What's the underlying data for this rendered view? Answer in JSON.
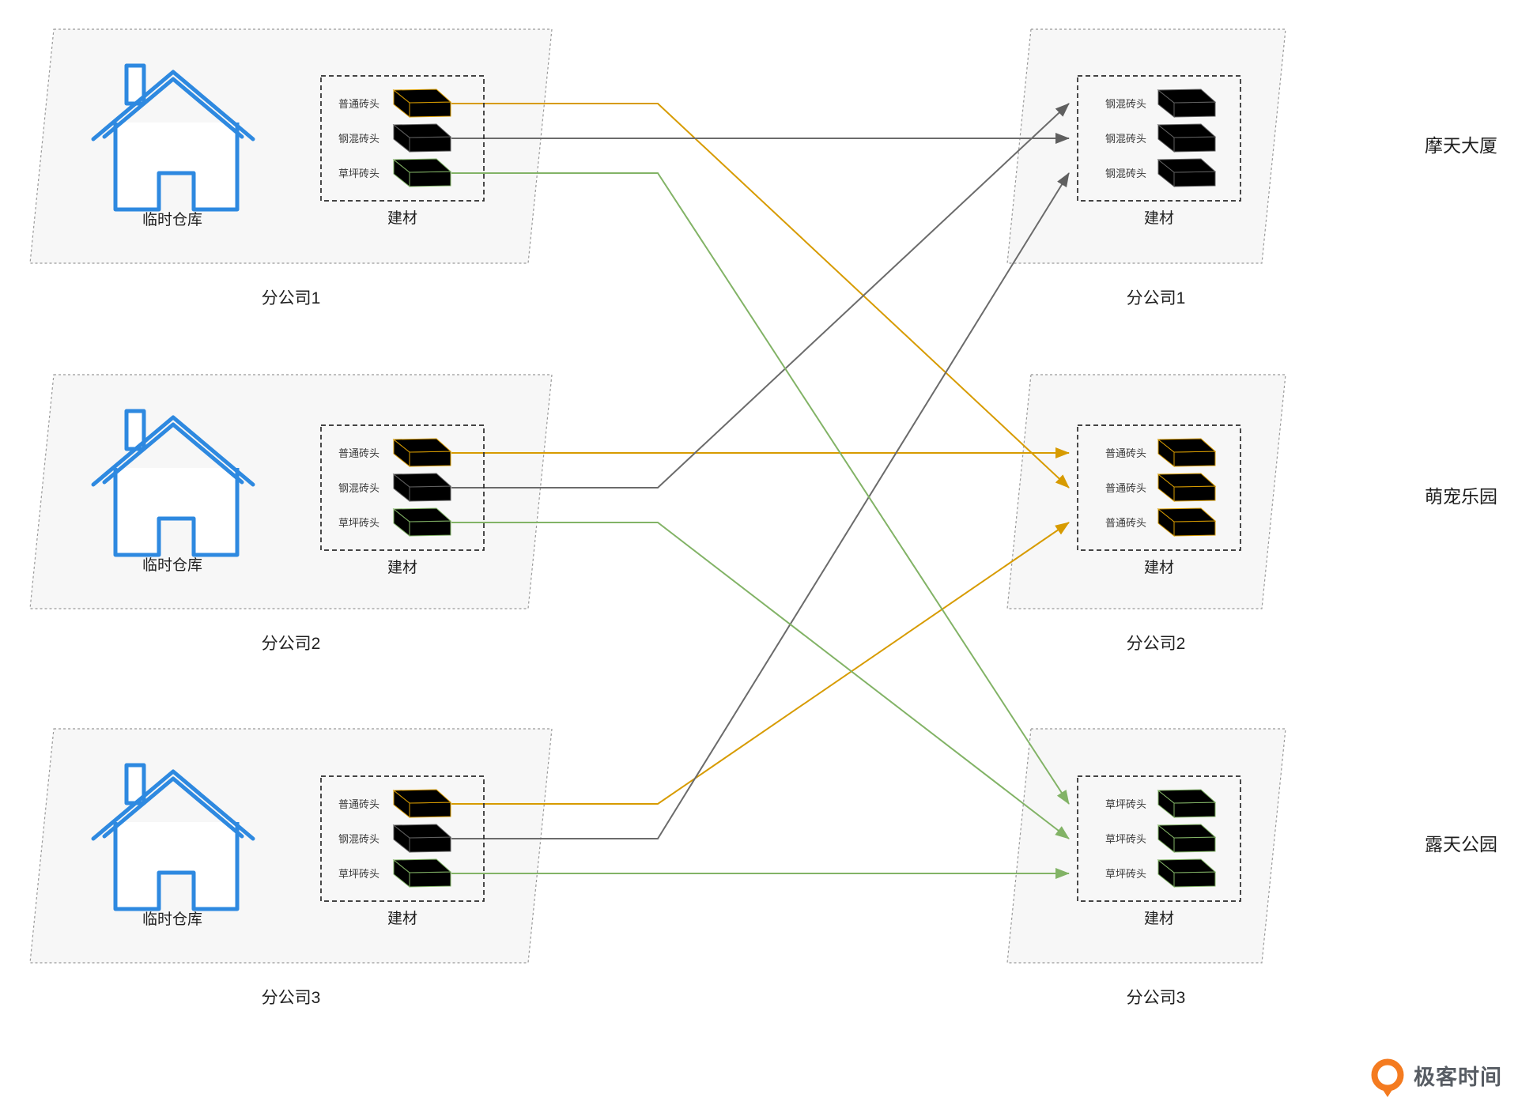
{
  "companies_left": [
    {
      "name": "分公司1",
      "warehouse": "临时仓库",
      "materials_title": "建材",
      "bricks": [
        "普通砖头",
        "钢混砖头",
        "草坪砖头"
      ]
    },
    {
      "name": "分公司2",
      "warehouse": "临时仓库",
      "materials_title": "建材",
      "bricks": [
        "普通砖头",
        "钢混砖头",
        "草坪砖头"
      ]
    },
    {
      "name": "分公司3",
      "warehouse": "临时仓库",
      "materials_title": "建材",
      "bricks": [
        "普通砖头",
        "钢混砖头",
        "草坪砖头"
      ]
    }
  ],
  "companies_right": [
    {
      "name": "分公司1",
      "site": "摩天大厦",
      "materials_title": "建材",
      "bricks": [
        "钢混砖头",
        "钢混砖头",
        "钢混砖头"
      ]
    },
    {
      "name": "分公司2",
      "site": "萌宠乐园",
      "materials_title": "建材",
      "bricks": [
        "普通砖头",
        "普通砖头",
        "普通砖头"
      ]
    },
    {
      "name": "分公司3",
      "site": "露天公园",
      "materials_title": "建材",
      "bricks": [
        "草坪砖头",
        "草坪砖头",
        "草坪砖头"
      ]
    }
  ],
  "flows": [
    {
      "from": "分公司1",
      "material": "普通砖头",
      "to": "萌宠乐园"
    },
    {
      "from": "分公司1",
      "material": "钢混砖头",
      "to": "摩天大厦"
    },
    {
      "from": "分公司1",
      "material": "草坪砖头",
      "to": "露天公园"
    },
    {
      "from": "分公司2",
      "material": "普通砖头",
      "to": "萌宠乐园"
    },
    {
      "from": "分公司2",
      "material": "钢混砖头",
      "to": "摩天大厦"
    },
    {
      "from": "分公司2",
      "material": "草坪砖头",
      "to": "露天公园"
    },
    {
      "from": "分公司3",
      "material": "普通砖头",
      "to": "萌宠乐园"
    },
    {
      "from": "分公司3",
      "material": "钢混砖头",
      "to": "摩天大厦"
    },
    {
      "from": "分公司3",
      "material": "草坪砖头",
      "to": "露天公园"
    }
  ],
  "colors": {
    "ordinary_brick": "#D79B00",
    "steel_brick": "#666666",
    "lawn_brick": "#82B366",
    "house": "#2E89E0",
    "logo": "#F47B20"
  },
  "logo": {
    "text": "极客时间"
  }
}
